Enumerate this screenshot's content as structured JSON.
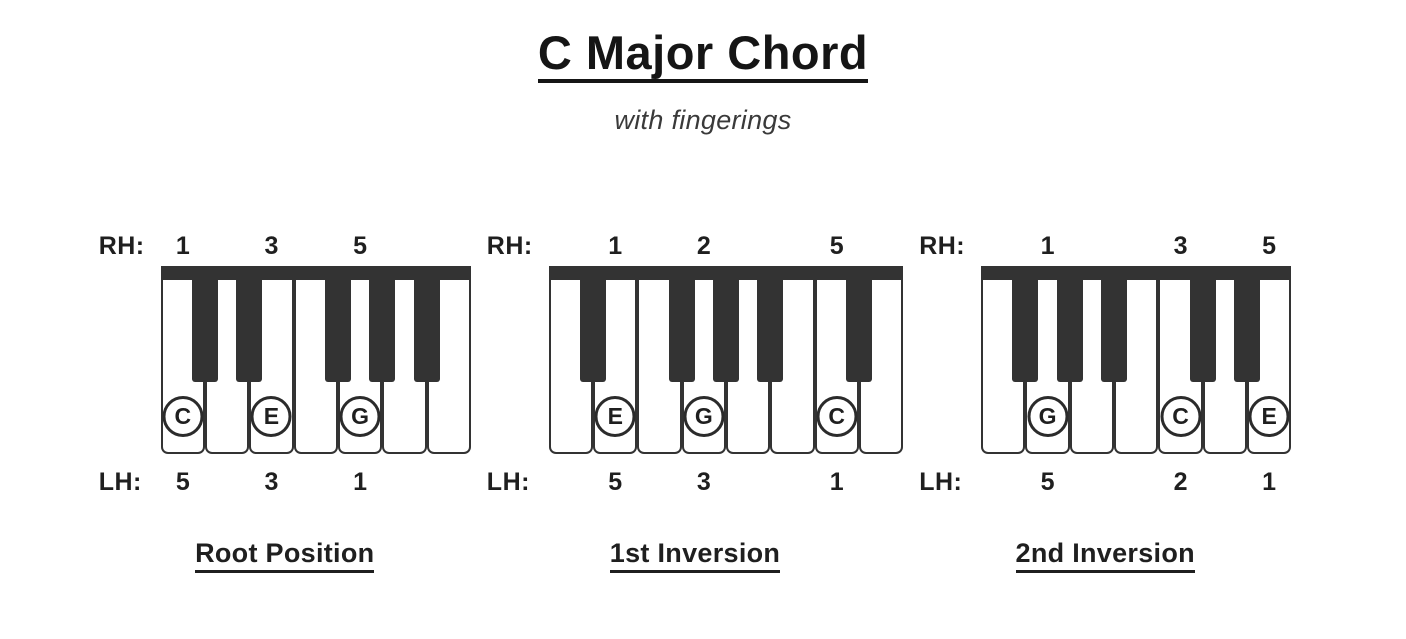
{
  "header": {
    "title": "C Major Chord",
    "subtitle": "with fingerings"
  },
  "labels": {
    "right_hand": "RH:",
    "left_hand": "LH:"
  },
  "colors": {
    "ink": "#1f1f1f",
    "key_outline": "#333333",
    "black_key": "#333333",
    "white_key": "#ffffff",
    "background": "#ffffff"
  },
  "diagrams": [
    {
      "caption": "Root Position",
      "white_key_count": 7,
      "black_key_after_white": [
        1,
        2,
        4,
        5,
        6
      ],
      "notes": [
        {
          "label": "C",
          "white_key_index": 1
        },
        {
          "label": "E",
          "white_key_index": 3
        },
        {
          "label": "G",
          "white_key_index": 5
        }
      ],
      "rh_fingerings": [
        {
          "value": "1",
          "white_key_index": 1
        },
        {
          "value": "3",
          "white_key_index": 3
        },
        {
          "value": "5",
          "white_key_index": 5
        }
      ],
      "lh_fingerings": [
        {
          "value": "5",
          "white_key_index": 1
        },
        {
          "value": "3",
          "white_key_index": 3
        },
        {
          "value": "1",
          "white_key_index": 5
        }
      ]
    },
    {
      "caption": "1st Inversion",
      "white_key_count": 8,
      "black_key_after_white": [
        1,
        3,
        4,
        5,
        7
      ],
      "notes": [
        {
          "label": "E",
          "white_key_index": 2
        },
        {
          "label": "G",
          "white_key_index": 4
        },
        {
          "label": "C",
          "white_key_index": 7
        }
      ],
      "rh_fingerings": [
        {
          "value": "1",
          "white_key_index": 2
        },
        {
          "value": "2",
          "white_key_index": 4
        },
        {
          "value": "5",
          "white_key_index": 7
        }
      ],
      "lh_fingerings": [
        {
          "value": "5",
          "white_key_index": 2
        },
        {
          "value": "3",
          "white_key_index": 4
        },
        {
          "value": "1",
          "white_key_index": 7
        }
      ]
    },
    {
      "caption": "2nd Inversion",
      "white_key_count": 7,
      "black_key_after_white": [
        1,
        2,
        3,
        5,
        6
      ],
      "notes": [
        {
          "label": "G",
          "white_key_index": 2
        },
        {
          "label": "C",
          "white_key_index": 5
        },
        {
          "label": "E",
          "white_key_index": 7
        }
      ],
      "rh_fingerings": [
        {
          "value": "1",
          "white_key_index": 2
        },
        {
          "value": "3",
          "white_key_index": 5
        },
        {
          "value": "5",
          "white_key_index": 7
        }
      ],
      "lh_fingerings": [
        {
          "value": "5",
          "white_key_index": 2
        },
        {
          "value": "2",
          "white_key_index": 5
        },
        {
          "value": "1",
          "white_key_index": 7
        }
      ]
    }
  ]
}
